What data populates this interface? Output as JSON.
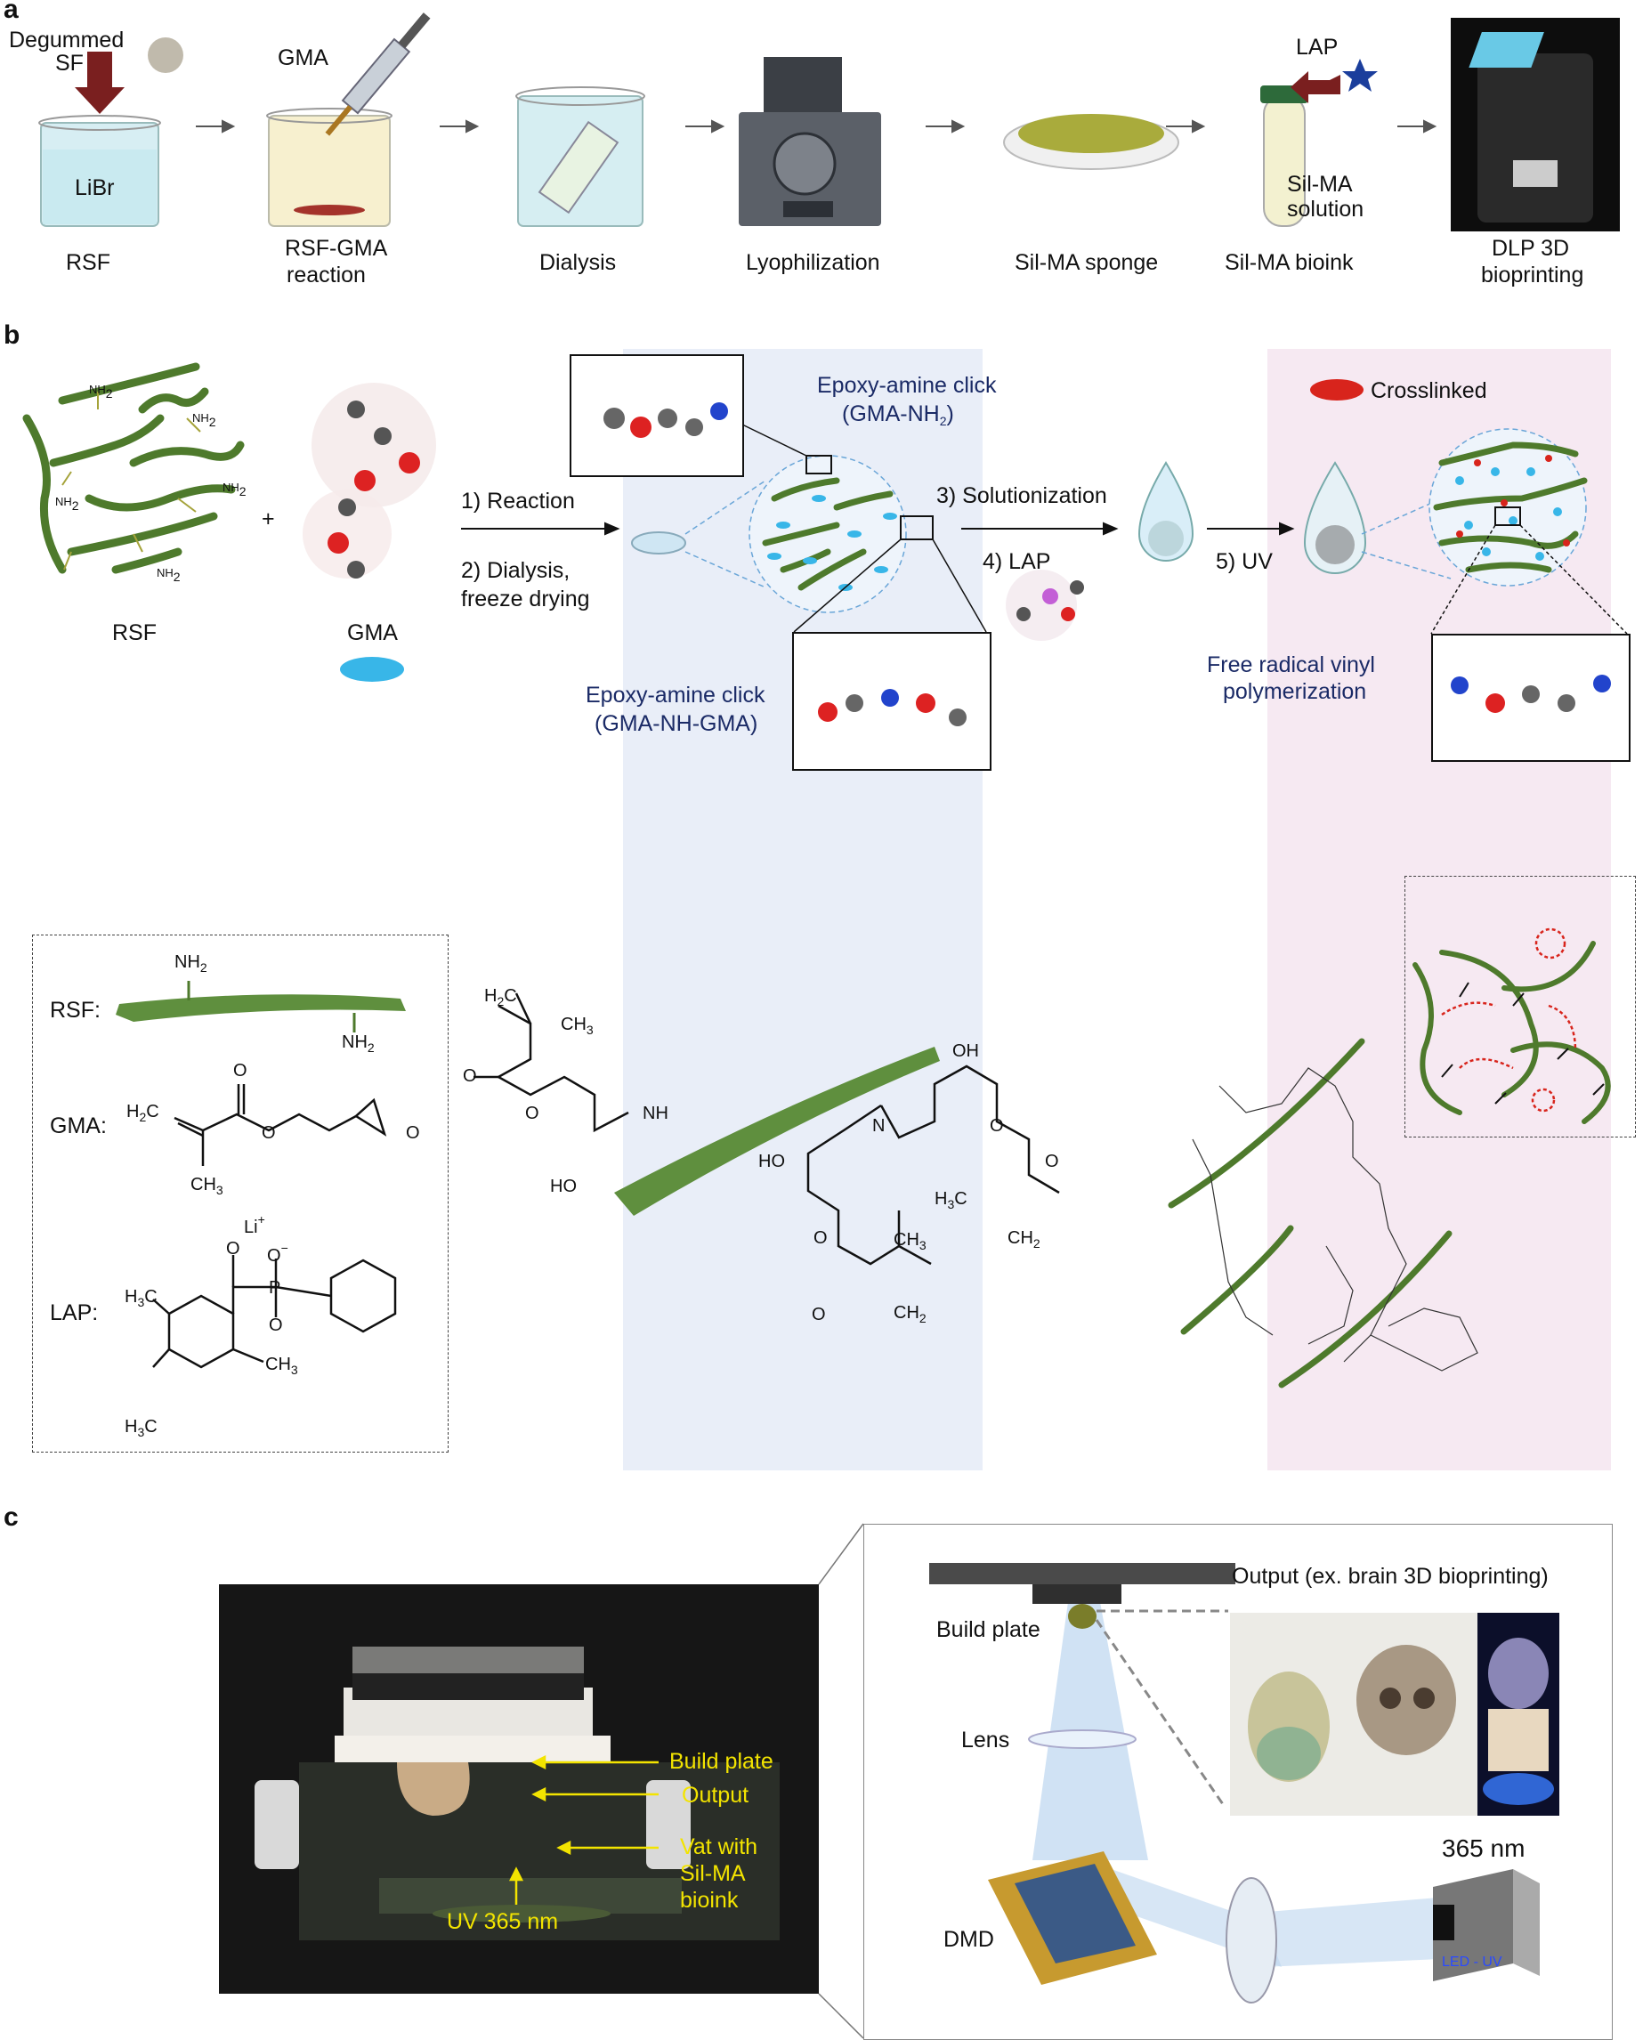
{
  "panels": {
    "a": "a",
    "b": "b",
    "c": "c"
  },
  "panel_a": {
    "top_labels": {
      "degummed": "Degummed",
      "sf": "SF",
      "gma": "GMA",
      "lap": "LAP"
    },
    "beaker_label": "LiBr",
    "tube_label_1": "Sil-MA",
    "tube_label_2": "solution",
    "steps": [
      {
        "line1": "RSF",
        "line2": ""
      },
      {
        "line1": "RSF-GMA",
        "line2": "reaction"
      },
      {
        "line1": "Dialysis",
        "line2": ""
      },
      {
        "line1": "Lyophilization",
        "line2": ""
      },
      {
        "line1": "Sil-MA sponge",
        "line2": ""
      },
      {
        "line1": "Sil-MA bioink",
        "line2": ""
      },
      {
        "line1": "DLP 3D",
        "line2": "bioprinting"
      }
    ]
  },
  "panel_b": {
    "rsf_label": "RSF",
    "gma_label": "GMA",
    "plus": "+",
    "nh2": "NH",
    "nh2_sub": "2",
    "step1": "1) Reaction",
    "step2a": "2) Dialysis,",
    "step2b": "freeze drying",
    "step3": "3) Solutionization",
    "step4": "4) LAP",
    "step5": "5) UV",
    "click1_a": "Epoxy-amine click",
    "click1_b": "(GMA-NH",
    "click1_b_sub": "2",
    "click1_b_end": ")",
    "click2_a": "Epoxy-amine click",
    "click2_b": "(GMA-NH-GMA)",
    "crosslinked": "Crosslinked",
    "fr_a": "Free radical vinyl",
    "fr_b": "polymerization",
    "legend": {
      "rsf": "RSF:",
      "gma": "GMA:",
      "lap": "LAP:",
      "h2c": "H",
      "two": "2",
      "c": "C",
      "ch3": "CH",
      "three": "3",
      "h3c": "H",
      "o": "O",
      "p": "P",
      "li": "Li",
      "plus": "+",
      "minus": "−",
      "nh": "NH",
      "ho": "HO",
      "n": "N"
    }
  },
  "panel_c": {
    "photo_labels": [
      "Build plate",
      "Output",
      "Vat with",
      "Sil-MA",
      "bioink",
      "UV 365 nm"
    ],
    "schematic": {
      "output": "Output (ex. brain 3D bioprinting)",
      "build_plate": "Build plate",
      "lens": "Lens",
      "dmd": "DMD",
      "wavelength": "365 nm",
      "led": "LED - UV"
    }
  },
  "colors": {
    "fiber_green": "#4e7a2c",
    "gma_blue": "#38b6e8",
    "blue_band": "#e9eef8",
    "pink_band": "#f6e9f2",
    "crosslink_red": "#d8241c",
    "label_yellow": "#f3e400",
    "label_blue": "#1a2a66"
  }
}
